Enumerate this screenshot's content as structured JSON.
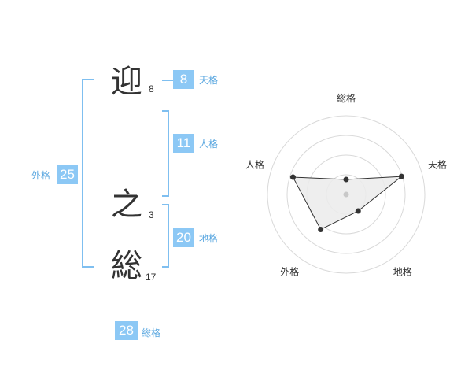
{
  "name": {
    "chars": [
      {
        "char": "迎",
        "strokes": "8"
      },
      {
        "char": "之",
        "strokes": "3"
      },
      {
        "char": "総",
        "strokes": "17"
      }
    ]
  },
  "grids": {
    "tenkaku": {
      "value": "8",
      "label": "天格"
    },
    "jinkaku": {
      "value": "11",
      "label": "人格"
    },
    "chikaku": {
      "value": "20",
      "label": "地格"
    },
    "gaikaku": {
      "value": "25",
      "label": "外格"
    },
    "soukaku": {
      "value": "28",
      "label": "総格"
    }
  },
  "chart_data": {
    "type": "radar",
    "axes": [
      "総格",
      "天格",
      "地格",
      "外格",
      "人格"
    ],
    "values": [
      0.19,
      0.74,
      0.26,
      0.55,
      0.71
    ],
    "rings": 4,
    "colors": {
      "line": "#333333",
      "fill": "#ebebeb",
      "ring": "#d9d9d9",
      "center": "#c8c8c8"
    }
  }
}
